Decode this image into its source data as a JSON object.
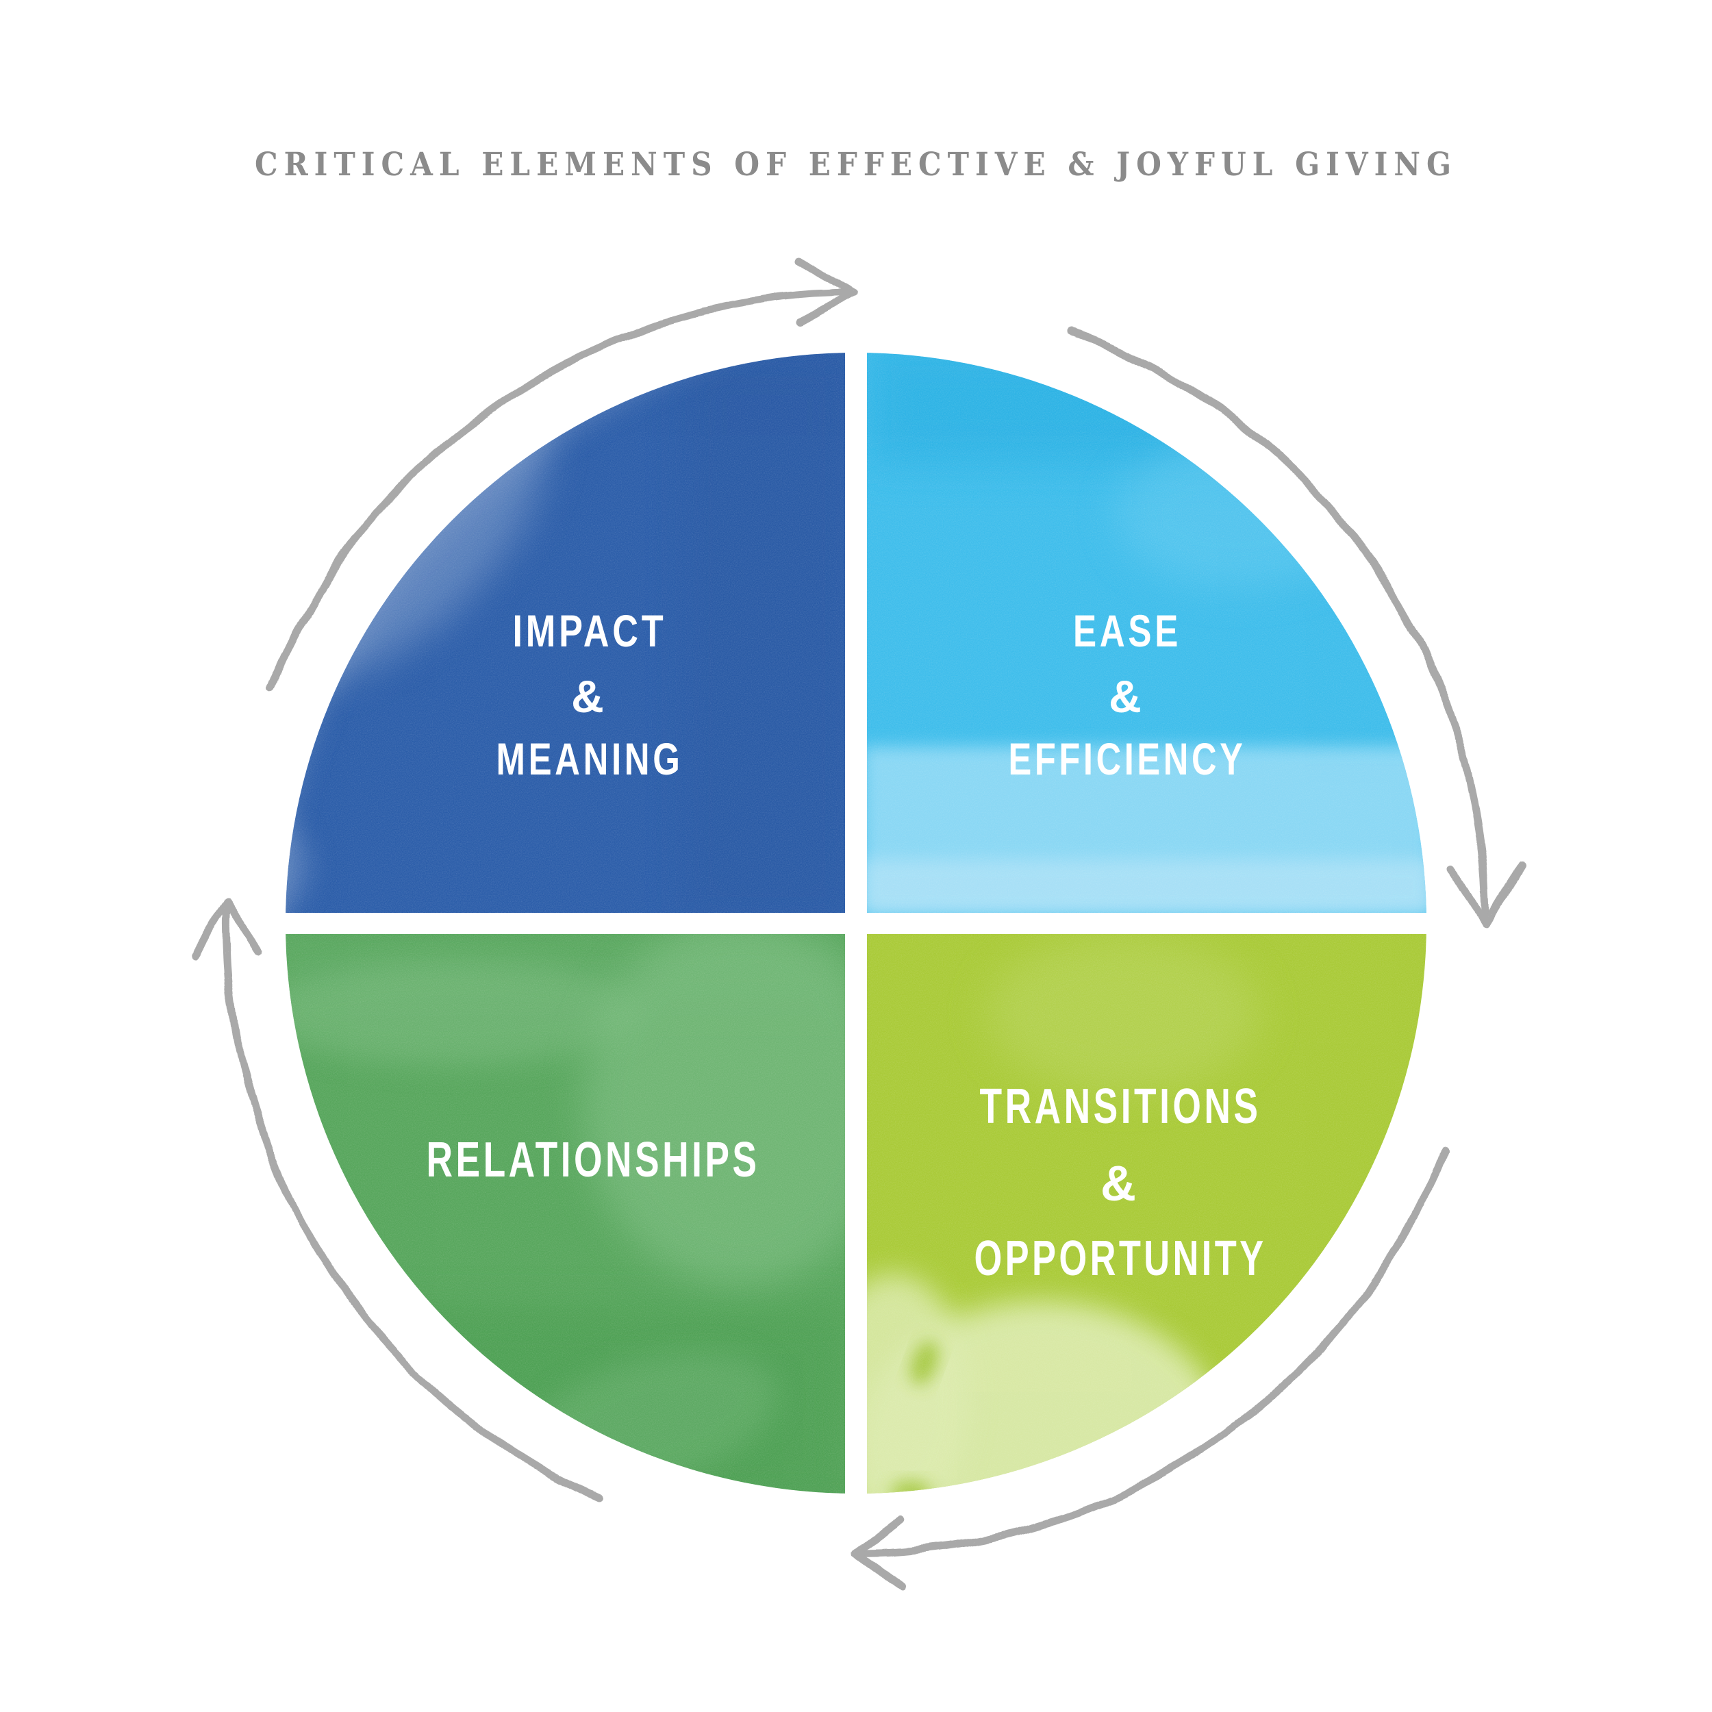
{
  "title": {
    "text": "CRITICAL ELEMENTS OF EFFECTIVE & JOYFUL GIVING",
    "color": "#8b8b8b"
  },
  "cycle": {
    "direction": "clockwise",
    "arrow_color": "#a9a9a9",
    "quadrants": [
      {
        "id": "impact-meaning",
        "position": "top-left",
        "color": "#2b5da9",
        "lines": [
          "IMPACT",
          "&",
          "MEANING"
        ]
      },
      {
        "id": "ease-efficiency",
        "position": "top-right",
        "color": "#3ebdeb",
        "lines": [
          "EASE",
          "&",
          "EFFICIENCY"
        ]
      },
      {
        "id": "relationships",
        "position": "bottom-left",
        "color": "#57a65c",
        "lines": [
          "RELATIONSHIPS"
        ]
      },
      {
        "id": "transitions-opportunity",
        "position": "bottom-right",
        "color": "#a9ca37",
        "lines": [
          "TRANSITIONS",
          "&",
          "OPPORTUNITY"
        ]
      }
    ]
  }
}
